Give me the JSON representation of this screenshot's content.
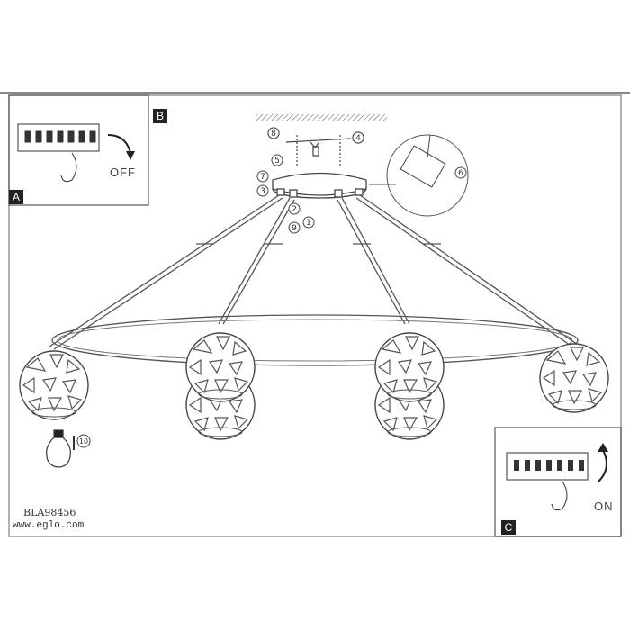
{
  "panels": {
    "a_label": "A",
    "b_label": "B",
    "c_label": "C",
    "off_label": "OFF",
    "on_label": "ON"
  },
  "steps": [
    "1",
    "2",
    "3",
    "4",
    "5",
    "6",
    "7",
    "8",
    "9",
    "10"
  ],
  "footer": {
    "model": "BLA98456",
    "website": "www.eglo.com"
  }
}
